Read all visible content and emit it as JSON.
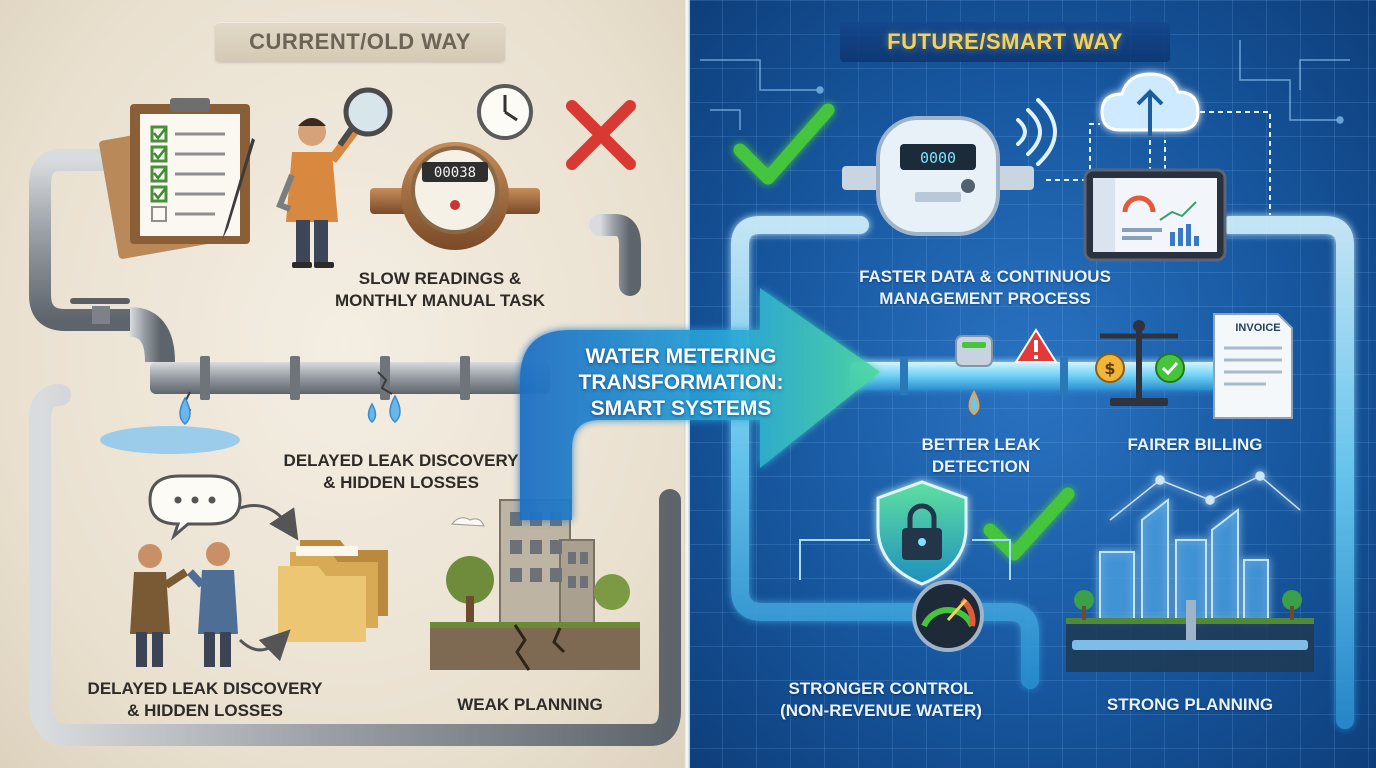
{
  "old_side": {
    "title": "CURRENT/OLD WAY",
    "captions": {
      "slow_readings": [
        "SLOW READINGS &",
        "MONTHLY MANUAL TASK"
      ],
      "leak_discovery": [
        "DELAYED LEAK DISCOVERY",
        "& HIDDEN LOSSES"
      ],
      "leak_discovery_repeat": [
        "DELAYED LEAK DISCOVERY",
        "& HIDDEN LOSSES"
      ],
      "weak_planning": "WEAK PLANNING"
    },
    "meter_reading": "00038"
  },
  "center": {
    "arrow_text": [
      "WATER METERING",
      "TRANSFORMATION:",
      "SMART SYSTEMS"
    ]
  },
  "new_side": {
    "title": "FUTURE/SMART WAY",
    "captions": {
      "faster_data": [
        "FASTER DATA & CONTINUOUS",
        "MANAGEMENT PROCESS"
      ],
      "leak_detection": [
        "BETTER LEAK",
        "DETECTION"
      ],
      "fairer_billing": "FAIRER BILLING",
      "stronger_control": [
        "STRONGER CONTROL",
        "(NON-REVENUE WATER)"
      ],
      "strong_planning": "STRONG PLANNING"
    },
    "meter_reading": "0000",
    "invoice_label": "INVOICE"
  },
  "colors": {
    "old_bg": "#ece4d5",
    "new_bg": "#1a5ca8",
    "glow": "#7fe0ff",
    "check": "#45c43c",
    "cross": "#d83a33",
    "title_gold": "#f3d35b"
  }
}
